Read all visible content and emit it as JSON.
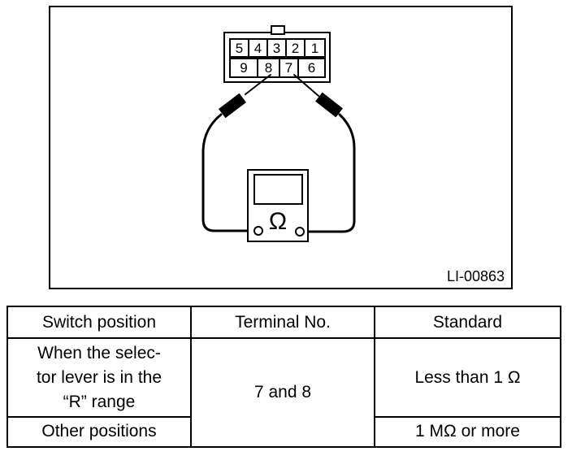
{
  "diagram": {
    "figure_code": "LI-00863",
    "connector": {
      "top_row": [
        "5",
        "4",
        "3",
        "2",
        "1"
      ],
      "bottom_row": [
        "9",
        "8",
        "7",
        "6"
      ]
    },
    "meter_symbol": "Ω"
  },
  "table": {
    "headers": [
      "Switch position",
      "Terminal No.",
      "Standard"
    ],
    "rows": [
      {
        "position": "When the selec-tor lever is in the “R” range",
        "position_lines": [
          "When the selec-",
          "tor lever is in the",
          "“R” range"
        ],
        "terminal": "7 and 8",
        "standard": "Less than 1 Ω"
      },
      {
        "position": "Other positions",
        "standard": "1 MΩ or more"
      }
    ]
  }
}
